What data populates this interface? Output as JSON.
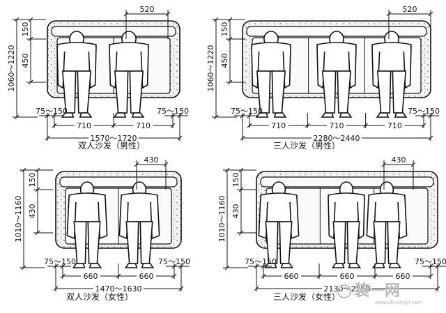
{
  "panels": [
    {
      "caption": "双人沙发（男性）",
      "seat_count": 2,
      "gender": "male",
      "dims": {
        "top": "520",
        "back": "150",
        "depth": "450",
        "overall_depth": "1060～1220",
        "arm_left": "75～150",
        "arm_right": "75～150",
        "seats": [
          "710",
          "710"
        ],
        "total": "1570～1720"
      }
    },
    {
      "caption": "三人沙发（男性）",
      "seat_count": 3,
      "gender": "male",
      "dims": {
        "top": "520",
        "back": "150",
        "depth": "450",
        "overall_depth": "1060～1220",
        "arm_left": "75～150",
        "arm_right": "75～150",
        "seats": [
          "710",
          "710",
          "710"
        ],
        "total": "2280～2440"
      }
    },
    {
      "caption": "双人沙发（女性）",
      "seat_count": 2,
      "gender": "female",
      "dims": {
        "top": "430",
        "back": "150",
        "depth": "430",
        "overall_depth": "1010～1160",
        "arm_left": "75～150",
        "arm_right": "75～150",
        "seats": [
          "660",
          "660"
        ],
        "total": "1470～1630"
      }
    },
    {
      "caption": "三人沙发（女性）",
      "seat_count": 3,
      "gender": "female",
      "dims": {
        "top": "430",
        "back": "150",
        "depth": "430",
        "overall_depth": "1010～1160",
        "arm_left": "75～150",
        "arm_right": "75～150",
        "seats": [
          "660",
          "660",
          "660"
        ],
        "total": "2130～2280"
      }
    }
  ],
  "watermark": {
    "main": "装一网",
    "sub": "www.zhuangyi.com"
  }
}
